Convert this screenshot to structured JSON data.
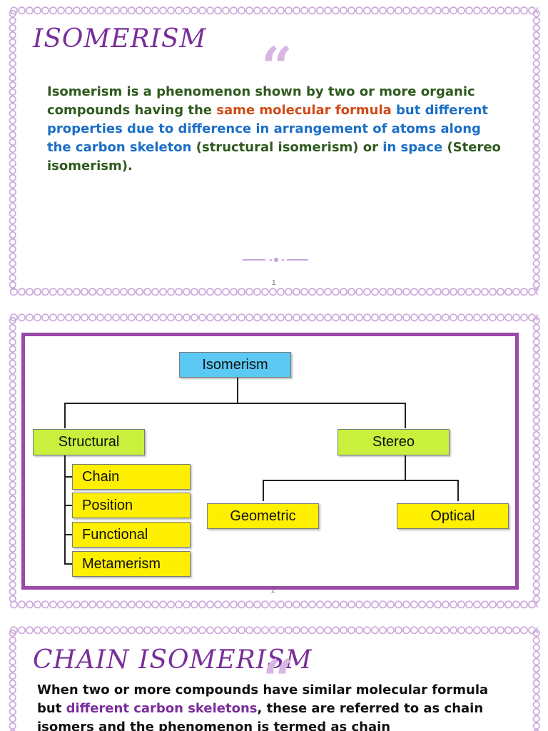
{
  "slide1": {
    "title": "ISOMERISM",
    "quote": "“",
    "body": {
      "p1": "Isomerism is a phenomenon shown by two or more organic compounds having the ",
      "p2": "same molecular formula",
      "p3": " but different properties due to difference in arrangement of atoms along the carbon skeleton",
      "p4": " (structural isomerism) or ",
      "p5": "in space",
      "p6": " (Stereo isomerism)."
    },
    "page_number": "1"
  },
  "slide2": {
    "root": "Isomerism",
    "structural": "Structural",
    "stereo": "Stereo",
    "structural_children": [
      "Chain",
      "Position",
      "Functional",
      "Metamerism"
    ],
    "stereo_children": [
      "Geometric",
      "Optical"
    ],
    "page_number": "2"
  },
  "slide3": {
    "title": "CHAIN ISOMERISM",
    "quote": "“",
    "body": {
      "p1": "When two or more compounds have similar molecular formula but ",
      "p2": "different carbon skeletons",
      "p3": ", these are referred to as chain isomers and the phenomenon is termed as chain"
    }
  },
  "colors": {
    "title_purple": "#7a2e9a",
    "border_lilac": "#c7a3d8",
    "frame_purple": "#9a4ba8",
    "text_green": "#2f5a1e",
    "text_red": "#d24a15",
    "text_blue": "#1b6fc6",
    "node_cyan": "#5cc9f5",
    "node_green": "#c8f03c",
    "node_yellow": "#ffef00"
  }
}
